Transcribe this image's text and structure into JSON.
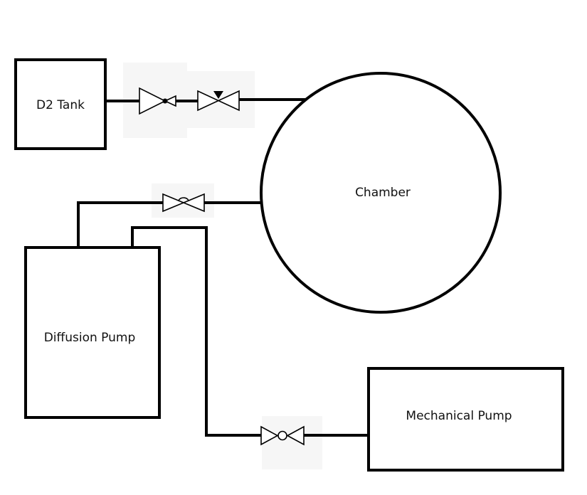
{
  "diagram": {
    "type": "vacuum-system-schematic",
    "components": {
      "d2_tank": {
        "label": "D2 Tank"
      },
      "chamber": {
        "label": "Chamber"
      },
      "diffusion_pump": {
        "label": "Diffusion Pump"
      },
      "mechanical_pump": {
        "label": "Mechanical Pump"
      }
    },
    "valves": [
      {
        "id": "check-valve",
        "symbol": "check-valve",
        "between": [
          "D2 Tank",
          "Chamber"
        ]
      },
      {
        "id": "control-valve",
        "symbol": "diaphragm-control-valve",
        "between": [
          "D2 Tank",
          "Chamber"
        ]
      },
      {
        "id": "gate-valve",
        "symbol": "gate-valve",
        "between": [
          "Diffusion Pump",
          "Chamber"
        ]
      },
      {
        "id": "ball-valve",
        "symbol": "ball-valve",
        "between": [
          "Diffusion Pump",
          "Mechanical Pump"
        ]
      }
    ],
    "colors": {
      "line": "#000000",
      "background": "#ffffff"
    }
  }
}
